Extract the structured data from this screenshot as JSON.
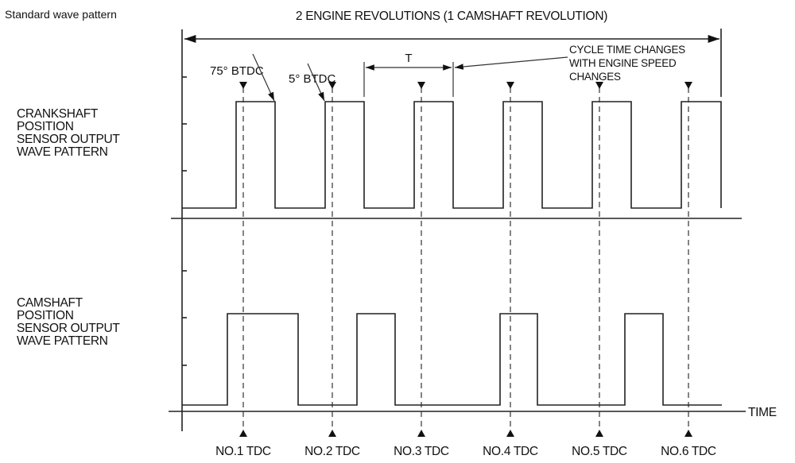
{
  "caption": "Standard wave pattern",
  "title": "2 ENGINE REVOLUTIONS (1 CAMSHAFT REVOLUTION)",
  "annotations": {
    "btdc75": "75°  BTDC",
    "btdc5": "5°  BTDC",
    "period": "T",
    "cycle_note": [
      "CYCLE TIME CHANGES",
      "WITH ENGINE SPEED",
      "CHANGES"
    ]
  },
  "crank_label": [
    "CRANKSHAFT",
    "POSITION",
    "SENSOR OUTPUT",
    "WAVE PATTERN"
  ],
  "cam_label": [
    "CAMSHAFT",
    "POSITION",
    "SENSOR OUTPUT",
    "WAVE PATTERN"
  ],
  "time_label": "TIME",
  "tdc_labels": [
    "NO.1 TDC",
    "NO.2 TDC",
    "NO.3 TDC",
    "NO.4 TDC",
    "NO.5 TDC",
    "NO.6 TDC"
  ]
}
